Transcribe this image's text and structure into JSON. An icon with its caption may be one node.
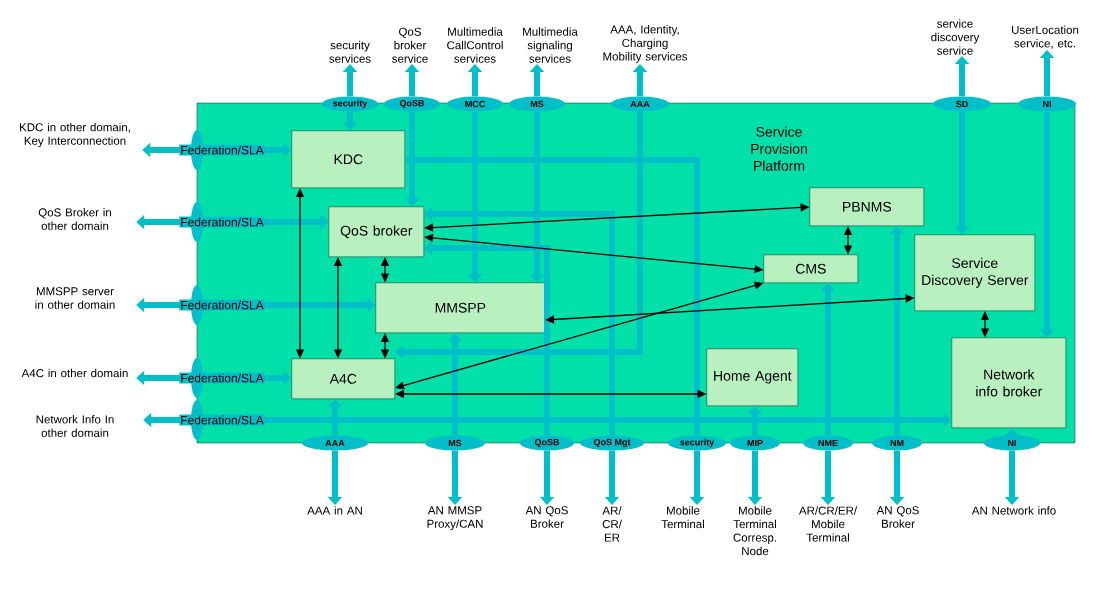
{
  "diagram": {
    "nodes": [
      {
        "text": [
          "Service Provision Platform"
        ]
      },
      {
        "text": [
          "KDC"
        ],
        "in": 0
      },
      {
        "text": [
          "QoS broker"
        ],
        "in": 0
      },
      {
        "text": [
          "MMSPP"
        ],
        "in": 0
      },
      {
        "text": [
          "A4C"
        ],
        "in": 0
      },
      {
        "text": [
          "PBNMS"
        ],
        "in": 0
      },
      {
        "text": [
          "CMS"
        ],
        "in": 0
      },
      {
        "text": [
          "Home Agent"
        ],
        "in": 0
      },
      {
        "text": [
          "Service Discovery Server"
        ],
        "in": 0
      },
      {
        "text": [
          "Network info broker"
        ],
        "in": 0
      },
      {
        "text": [
          "security services"
        ]
      },
      {
        "text": [
          "QoS broker service"
        ]
      },
      {
        "text": [
          "Multimedia CallControl services"
        ]
      },
      {
        "text": [
          "Multimedia signaling services"
        ]
      },
      {
        "text": [
          "AAA, Identity, Charging Mobility services"
        ]
      },
      {
        "text": [
          "service discovery service"
        ]
      },
      {
        "text": [
          "UserLocation service, etc."
        ]
      },
      {
        "text": [
          "KDC in other domain, Key Interconnection"
        ]
      },
      {
        "text": [
          "QoS Broker in other domain"
        ]
      },
      {
        "text": [
          "MMSPP server in other domain"
        ]
      },
      {
        "text": [
          "A4C in other domain"
        ]
      },
      {
        "text": [
          "Network Info In other domain"
        ]
      },
      {
        "text": [
          "AAA in AN"
        ]
      },
      {
        "text": [
          "AN MMSP Proxy/CAN"
        ]
      },
      {
        "text": [
          "AN QoS Broker"
        ]
      },
      {
        "text": [
          "AR/ CR/ ER"
        ]
      },
      {
        "text": [
          "Mobile Terminal"
        ]
      },
      {
        "text": [
          "Mobile Terminal Corresp. Node"
        ]
      },
      {
        "text": [
          "AR/CR/ER/ Mobile Terminal"
        ]
      },
      {
        "text": [
          "AN QoS Broker"
        ]
      },
      {
        "text": [
          "AN Network info"
        ]
      },
      {
        "text": [
          "security"
        ]
      },
      {
        "text": [
          "QoSB"
        ]
      },
      {
        "text": [
          "MCC"
        ]
      },
      {
        "text": [
          "MS"
        ]
      },
      {
        "text": [
          "AAA"
        ]
      },
      {
        "text": [
          "SD"
        ]
      },
      {
        "text": [
          "NI"
        ]
      },
      {
        "text": [
          "AAA"
        ]
      },
      {
        "text": [
          "MS"
        ]
      },
      {
        "text": [
          "QoSB"
        ]
      },
      {
        "text": [
          "QoS Mgt"
        ]
      },
      {
        "text": [
          "security"
        ]
      },
      {
        "text": [
          "MIP"
        ]
      },
      {
        "text": [
          "NME"
        ]
      },
      {
        "text": [
          "NM"
        ]
      },
      {
        "text": [
          "NI"
        ]
      }
    ],
    "edges": [
      {
        "from": 17,
        "to": 1,
        "arrow": "both",
        "label": "Federation/SLA"
      },
      {
        "from": 18,
        "to": 2,
        "arrow": "both",
        "label": "Federation/SLA"
      },
      {
        "from": 19,
        "to": 3,
        "arrow": "both",
        "label": "Federation/SLA"
      },
      {
        "from": 20,
        "to": 4,
        "arrow": "both",
        "label": "Federation/SLA"
      },
      {
        "from": 21,
        "to": 9,
        "arrow": "both",
        "label": "Federation/SLA"
      },
      {
        "from": 31,
        "to": 10,
        "arrow": "to"
      },
      {
        "from": 31,
        "to": 1,
        "arrow": "to"
      },
      {
        "from": 32,
        "to": 11,
        "arrow": "to"
      },
      {
        "from": 32,
        "to": 2,
        "arrow": "to"
      },
      {
        "from": 33,
        "to": 12,
        "arrow": "to"
      },
      {
        "from": 33,
        "to": 3,
        "arrow": "to"
      },
      {
        "from": 34,
        "to": 13,
        "arrow": "to"
      },
      {
        "from": 34,
        "to": 3,
        "arrow": "to"
      },
      {
        "from": 35,
        "to": 14,
        "arrow": "to"
      },
      {
        "from": 35,
        "to": 4,
        "arrow": "to"
      },
      {
        "from": 36,
        "to": 15,
        "arrow": "to"
      },
      {
        "from": 36,
        "to": 8,
        "arrow": "to"
      },
      {
        "from": 37,
        "to": 16,
        "arrow": "to"
      },
      {
        "from": 37,
        "to": 9,
        "arrow": "to"
      },
      {
        "from": 38,
        "to": 22,
        "arrow": "to"
      },
      {
        "from": 38,
        "to": 4,
        "arrow": "to"
      },
      {
        "from": 39,
        "to": 23,
        "arrow": "to"
      },
      {
        "from": 39,
        "to": 3,
        "arrow": "to"
      },
      {
        "from": 40,
        "to": 24,
        "arrow": "to"
      },
      {
        "from": 40,
        "to": 2,
        "arrow": "to"
      },
      {
        "from": 41,
        "to": 25,
        "arrow": "to"
      },
      {
        "from": 41,
        "to": 2,
        "arrow": "to"
      },
      {
        "from": 42,
        "to": 26,
        "arrow": "to"
      },
      {
        "from": 42,
        "to": 1,
        "arrow": "to"
      },
      {
        "from": 43,
        "to": 27,
        "arrow": "to"
      },
      {
        "from": 43,
        "to": 7,
        "arrow": "to"
      },
      {
        "from": 44,
        "to": 28,
        "arrow": "to"
      },
      {
        "from": 44,
        "to": 6,
        "arrow": "to"
      },
      {
        "from": 45,
        "to": 29,
        "arrow": "to"
      },
      {
        "from": 45,
        "to": 5,
        "arrow": "to"
      },
      {
        "from": 46,
        "to": 30,
        "arrow": "to"
      },
      {
        "from": 46,
        "to": 9,
        "arrow": "to"
      },
      {
        "from": 1,
        "to": 4,
        "arrow": "both",
        "color": "#000000"
      },
      {
        "from": 2,
        "to": 4,
        "arrow": "both",
        "color": "#000000"
      },
      {
        "from": 2,
        "to": 3,
        "arrow": "both",
        "color": "#000000"
      },
      {
        "from": 3,
        "to": 4,
        "arrow": "both",
        "color": "#000000"
      },
      {
        "from": 2,
        "to": 5,
        "arrow": "both",
        "color": "#000000"
      },
      {
        "from": 2,
        "to": 6,
        "arrow": "both",
        "color": "#000000"
      },
      {
        "from": 5,
        "to": 6,
        "arrow": "both",
        "color": "#000000"
      },
      {
        "from": 4,
        "to": 6,
        "arrow": "both",
        "color": "#000000"
      },
      {
        "from": 3,
        "to": 8,
        "arrow": "both",
        "color": "#000000"
      },
      {
        "from": 4,
        "to": 7,
        "arrow": "both",
        "color": "#000000"
      },
      {
        "from": 8,
        "to": 9,
        "arrow": "both",
        "color": "#000000"
      }
    ]
  }
}
